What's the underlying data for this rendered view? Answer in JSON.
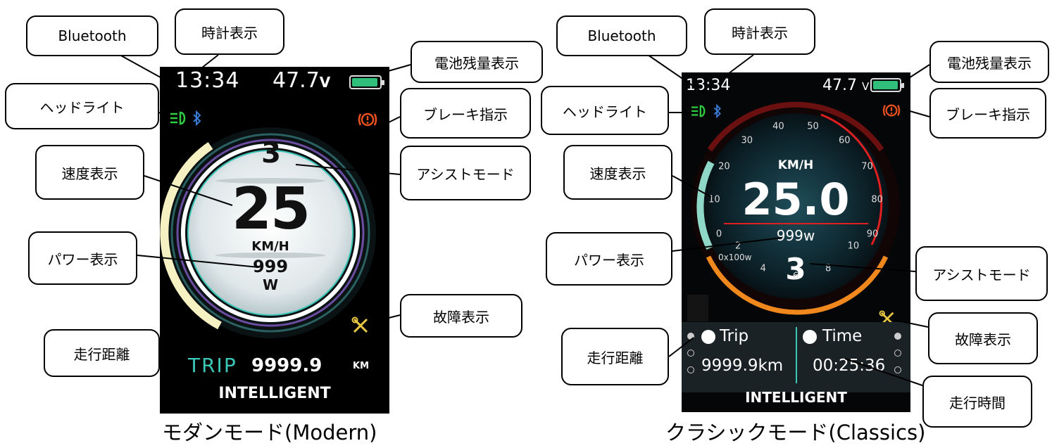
{
  "modern": {
    "caption": "モダンモード(Modern)",
    "clock": "13:34",
    "voltage": "47.7",
    "voltage_unit": "V",
    "assist": "3",
    "speed": "25",
    "speed_unit": "KM/H",
    "power": "999",
    "power_unit": "W",
    "trip_label": "TRIP",
    "trip_value": "9999.9",
    "trip_unit": "KM",
    "brand": "INTELLIGENT",
    "labels": {
      "bluetooth": "Bluetooth",
      "clock": "時計表示",
      "battery": "電池残量表示",
      "headlight": "ヘッドライト",
      "brake": "ブレーキ指示",
      "speed": "速度表示",
      "assist": "アシストモード",
      "power": "パワー表示",
      "fault": "故障表示",
      "trip": "走行距離"
    }
  },
  "classic": {
    "caption": "クラシックモード(Classics)",
    "clock": "13:34",
    "voltage": "47.7",
    "voltage_unit": "V",
    "speed_unit": "KM/H",
    "speed": "25.0",
    "power": "999w",
    "power_scale_label": "0x100w",
    "assist": "3",
    "speed_ticks": [
      "0",
      "10",
      "20",
      "30",
      "40",
      "50",
      "60",
      "70",
      "80",
      "90"
    ],
    "power_ticks": [
      "2",
      "4",
      "6",
      "8",
      "10"
    ],
    "trip_label": "Trip",
    "trip_value": "9999.9km",
    "time_label": "Time",
    "time_value": "00:25:36",
    "brand": "INTELLIGENT",
    "labels": {
      "bluetooth": "Bluetooth",
      "clock": "時計表示",
      "battery": "電池残量表示",
      "headlight": "ヘッドライト",
      "brake": "ブレーキ指示",
      "speed": "速度表示",
      "power": "パワー表示",
      "assist": "アシストモード",
      "fault": "故障表示",
      "trip": "走行距離",
      "time": "走行時間"
    }
  },
  "colors": {
    "headlight": "#2ecc40",
    "bluetooth": "#3a7bd5",
    "brake": "#e8501e",
    "fault": "#e8c840",
    "battery": "#2fbf7a",
    "trip_accent": "#3cc6b8"
  }
}
